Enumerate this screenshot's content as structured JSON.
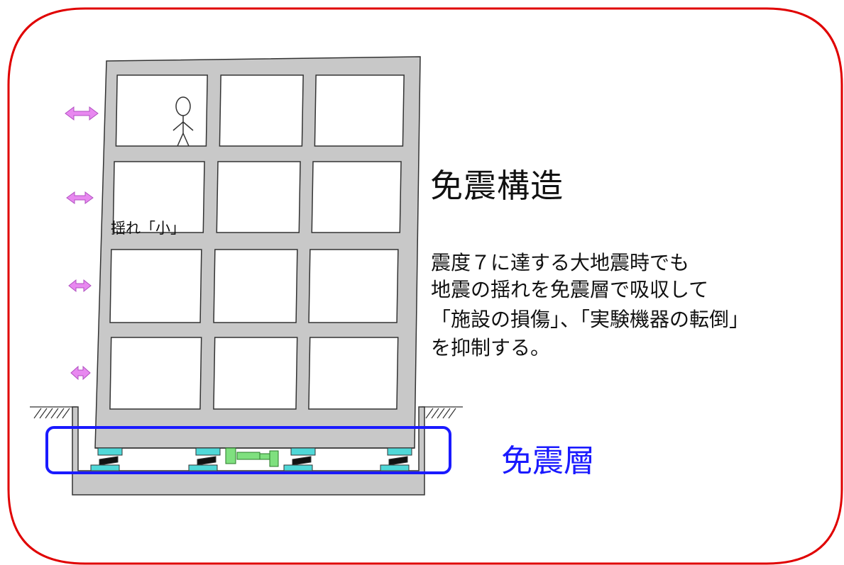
{
  "title": "免震構造",
  "description_lines": [
    "震度７に達する大地震時でも",
    "地震の揺れを免震層で吸収して",
    "「施設の損傷」、「実験機器の転倒」",
    "を抑制する。"
  ],
  "isolation_layer_label": "免震層",
  "shake_label": "揺れ「小」",
  "colors": {
    "frame_border": "#e00000",
    "highlight_box": "#1a1aff",
    "building": "#c8c8c8",
    "shake_arrow": "#e888f0",
    "isolator": "#4fd8d8",
    "damper": "#7fe07f"
  },
  "icons": [
    "shake-arrow-icon",
    "person-icon",
    "ground-hatch-icon",
    "isolator-icon",
    "damper-icon"
  ]
}
